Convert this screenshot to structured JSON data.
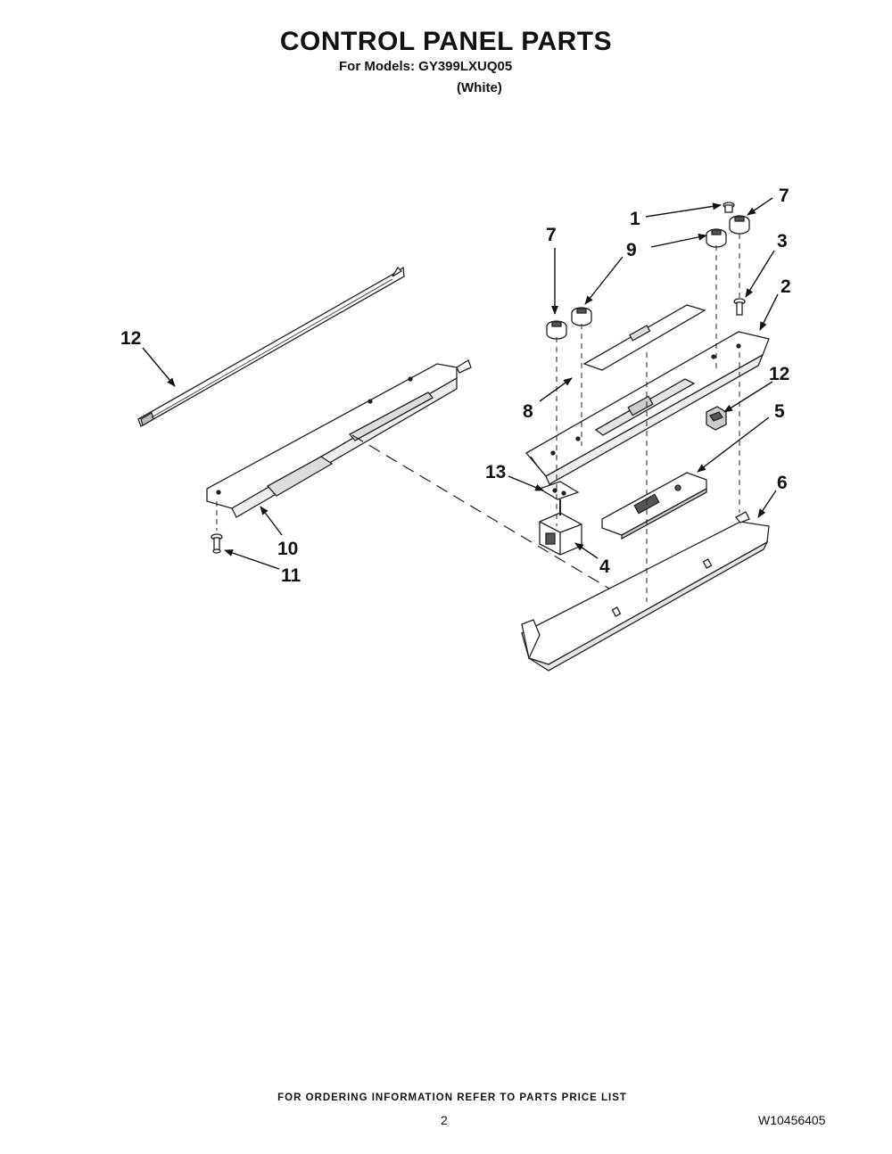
{
  "header": {
    "title": "CONTROL PANEL PARTS",
    "subtitle": "For Models: GY399LXUQ05",
    "variant": "(White)"
  },
  "callouts": [
    "1",
    "7",
    "7",
    "9",
    "3",
    "2",
    "12",
    "12",
    "8",
    "5",
    "13",
    "6",
    "10",
    "4",
    "11"
  ],
  "footer": {
    "ordering_note": "FOR ORDERING INFORMATION REFER TO PARTS PRICE LIST",
    "page_number": "2",
    "document_id": "W10456405"
  }
}
